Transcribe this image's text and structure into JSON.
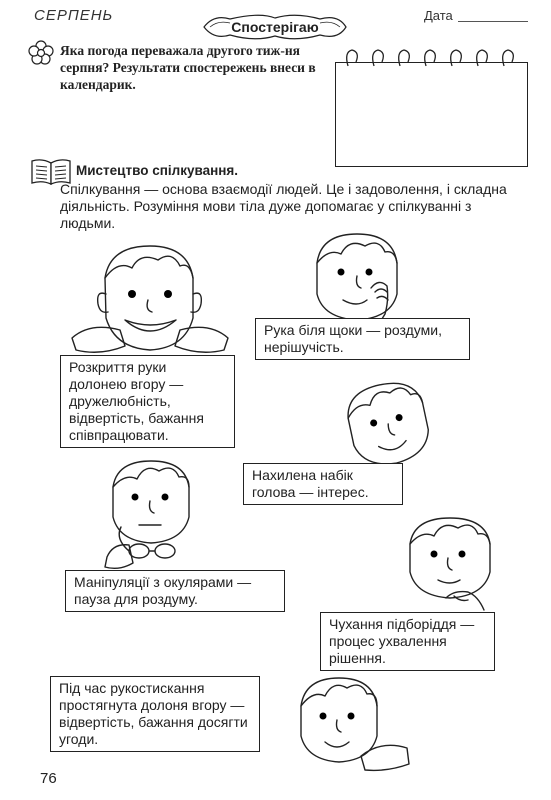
{
  "header": {
    "month": "СЕРПЕНЬ",
    "date_label": "Дата",
    "banner": "Спостерігаю"
  },
  "observation": {
    "icon": "flower-icon",
    "question": "Яка погода переважала другого тиж-ня серпня? Результати спостережень внеси в календарик."
  },
  "section": {
    "icon": "book-icon",
    "title": "Мистецтво спілкування.",
    "intro": "Спілкування — основа взаємодії людей. Це і задоволення, і складна діяльність. Розуміння мови тіла дуже допомагає у спілкуванні з людьми."
  },
  "captions": [
    "Рука біля щоки — роздуми, нерішучість.",
    "Розкриття руки долонею вгору — дружелюбність, відвертість, бажання співпрацювати.",
    "Нахилена набік голова — інтерес.",
    "Маніпуляції з окулярами — пауза для роздуму.",
    "Чухання підборіддя — процес ухвалення рішення.",
    "Під час рукостискання простягнута долоня вгору — відвертість, бажання досягти угоди."
  ],
  "page_number": "76"
}
